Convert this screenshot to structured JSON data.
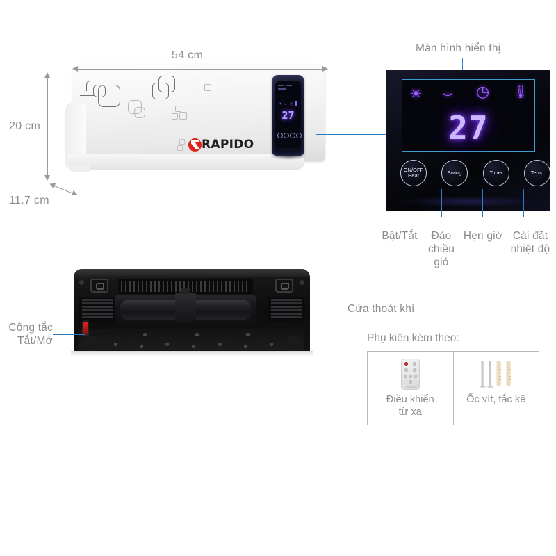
{
  "product": {
    "brand": "RAPIDO",
    "dimensions": {
      "width_label": "54 cm",
      "height_label": "20 cm",
      "depth_label": "11.7 cm"
    }
  },
  "callouts": {
    "display_title": "Màn hình hiển thị",
    "air_outlet": "Cửa thoát khí",
    "power_switch_line1": "Công tắc",
    "power_switch_line2": "Tắt/Mở"
  },
  "control_panel": {
    "temperature_value": "27",
    "status_icons": [
      {
        "name": "heat-icon",
        "glyph": "☀"
      },
      {
        "name": "swing-icon",
        "glyph": "⌣"
      },
      {
        "name": "timer-icon",
        "glyph": "◴"
      },
      {
        "name": "thermometer-icon",
        "glyph": "🌡"
      }
    ],
    "buttons": [
      {
        "name": "onoff-heat-button",
        "line1": "ON/OFF",
        "line2": "Heat",
        "caption": "Bật/Tắt"
      },
      {
        "name": "swing-button",
        "line1": "Swing",
        "line2": "",
        "caption": "Đảo chiều gió"
      },
      {
        "name": "timer-button",
        "line1": "Timer",
        "line2": "",
        "caption": "Hẹn giờ"
      },
      {
        "name": "temp-button",
        "line1": "Temp",
        "line2": "",
        "caption": "Cài đặt nhiệt độ"
      }
    ],
    "captions": [
      {
        "lines": [
          "Bật/Tắt"
        ]
      },
      {
        "lines": [
          "Đảo",
          "chiều",
          "gió"
        ]
      },
      {
        "lines": [
          "Hẹn giờ"
        ]
      },
      {
        "lines": [
          "Cài đặt",
          "nhiệt độ"
        ]
      }
    ]
  },
  "accessories": {
    "title": "Phụ kiện kèm theo:",
    "items": [
      {
        "name": "remote-control",
        "caption_line1": "Điều khiển",
        "caption_line2": "từ xa"
      },
      {
        "name": "screws-anchors",
        "caption_line1": "Ốc vít, tắc kê",
        "caption_line2": ""
      }
    ]
  },
  "colors": {
    "leader_line": "#2d7cc0",
    "label_text": "#8d8d8d",
    "brand_red": "#e0201b",
    "display_purple": "#9a5bff",
    "switch_red": "#e02020"
  }
}
